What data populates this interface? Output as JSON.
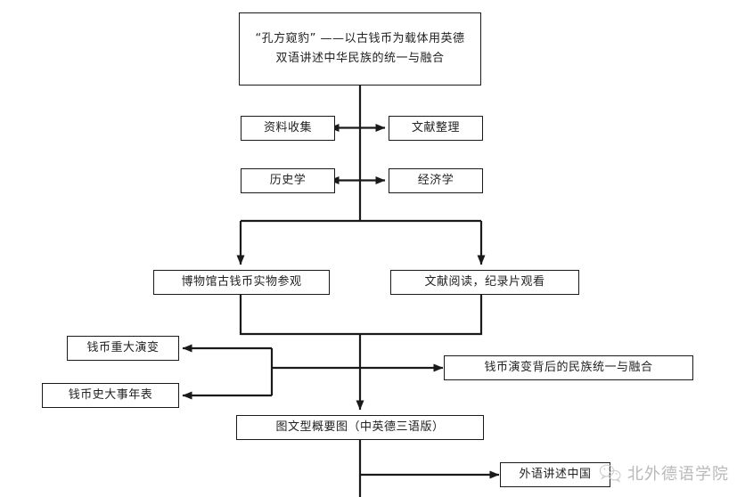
{
  "diagram": {
    "type": "flowchart",
    "title_node": {
      "label": "“孔方窥豹” ——以古钱币为载体用英德\n双语讲述中华民族的统一与融合"
    },
    "nodes": {
      "data_collection": "资料收集",
      "literature_sorting": "文献整理",
      "history_discipline": "历史学",
      "economics_discipline": "经济学",
      "museum_visit": "博物馆古钱币实物参观",
      "reading_documentary": "文献阅读，纪录片观看",
      "coin_major_evolution": "钱币重大演变",
      "coin_history_chronicle": "钱币史大事年表",
      "national_unity": "钱币演变背后的民族统一与融合",
      "summary_graphic": "图文型概要图（中英德三语版）",
      "foreign_language_china": "外语讲述中国"
    },
    "colors": {
      "stroke": "#1a1a1a",
      "box_fill": "#ffffff",
      "text": "#222222",
      "watermark": "#b9b9b9",
      "background": "#ffffff"
    }
  },
  "watermark": {
    "label": "北外德语学院",
    "icon": "wechat-icon"
  }
}
